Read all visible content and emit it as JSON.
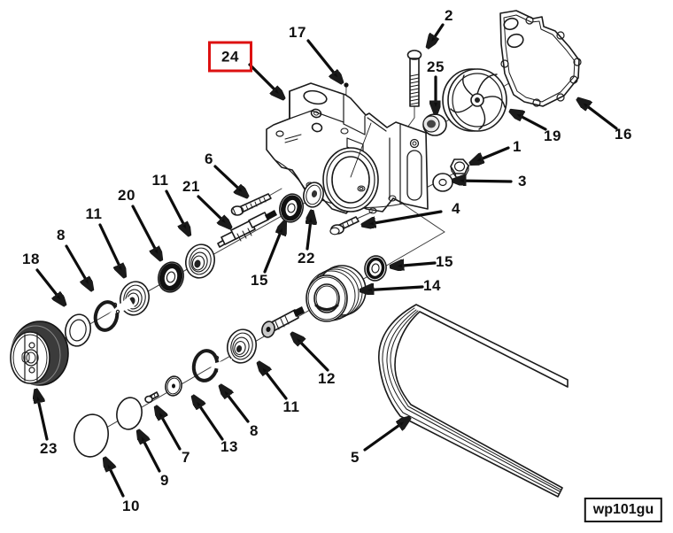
{
  "figure": {
    "type": "exploded-parts-diagram",
    "code_label": "wp101gu",
    "highlight_color": "#dd1111",
    "line_color": "#1a1a1a"
  },
  "callouts": [
    {
      "text": "2"
    },
    {
      "text": "17"
    },
    {
      "text": "24",
      "highlighted": true
    },
    {
      "text": "25"
    },
    {
      "text": "19"
    },
    {
      "text": "16"
    },
    {
      "text": "1"
    },
    {
      "text": "3"
    },
    {
      "text": "6"
    },
    {
      "text": "21"
    },
    {
      "text": "11"
    },
    {
      "text": "20"
    },
    {
      "text": "11"
    },
    {
      "text": "8"
    },
    {
      "text": "18"
    },
    {
      "text": "15"
    },
    {
      "text": "22"
    },
    {
      "text": "4"
    },
    {
      "text": "15"
    },
    {
      "text": "14"
    },
    {
      "text": "12"
    },
    {
      "text": "11"
    },
    {
      "text": "8"
    },
    {
      "text": "13"
    },
    {
      "text": "7"
    },
    {
      "text": "9"
    },
    {
      "text": "10"
    },
    {
      "text": "23"
    },
    {
      "text": "5"
    }
  ]
}
